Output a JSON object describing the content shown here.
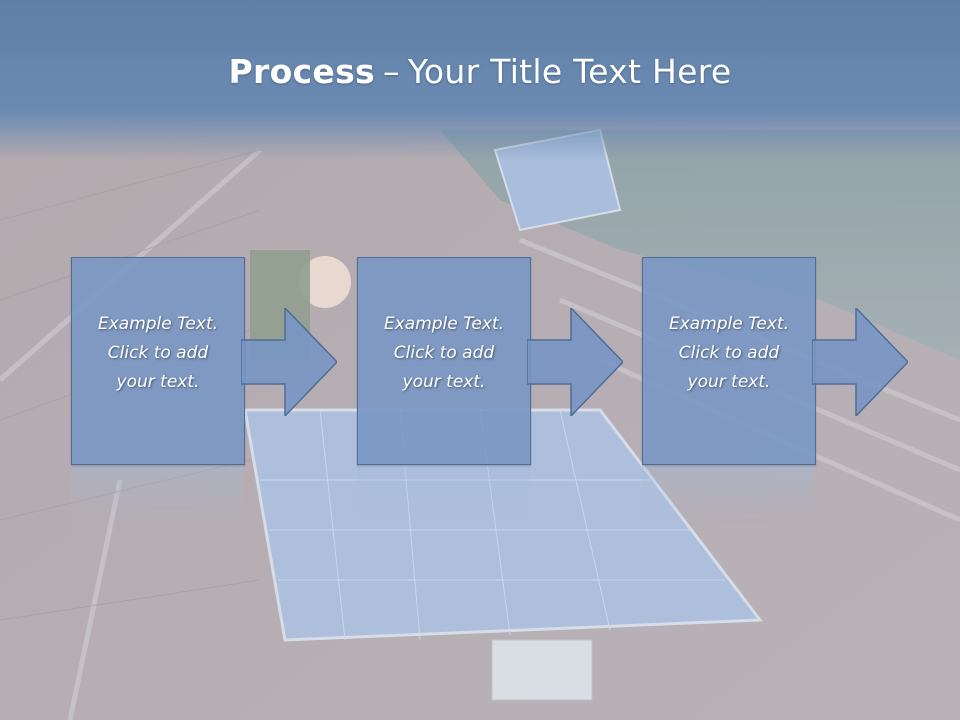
{
  "slide": {
    "title_bold": "Process",
    "title_dash": "–",
    "title_rest": "Your Title Text Here"
  },
  "steps": [
    {
      "line1": "Example Text.",
      "line2": "Click  to add",
      "line3": "your text."
    },
    {
      "line1": "Example Text.",
      "line2": "Click  to add",
      "line3": "your text."
    },
    {
      "line1": "Example Text.",
      "line2": "Click  to add",
      "line3": "your text."
    }
  ],
  "colors": {
    "box_fill": "#7896c4",
    "box_border": "#4f6d95",
    "title_band": "#6b8bb3",
    "text": "#ffffff"
  }
}
